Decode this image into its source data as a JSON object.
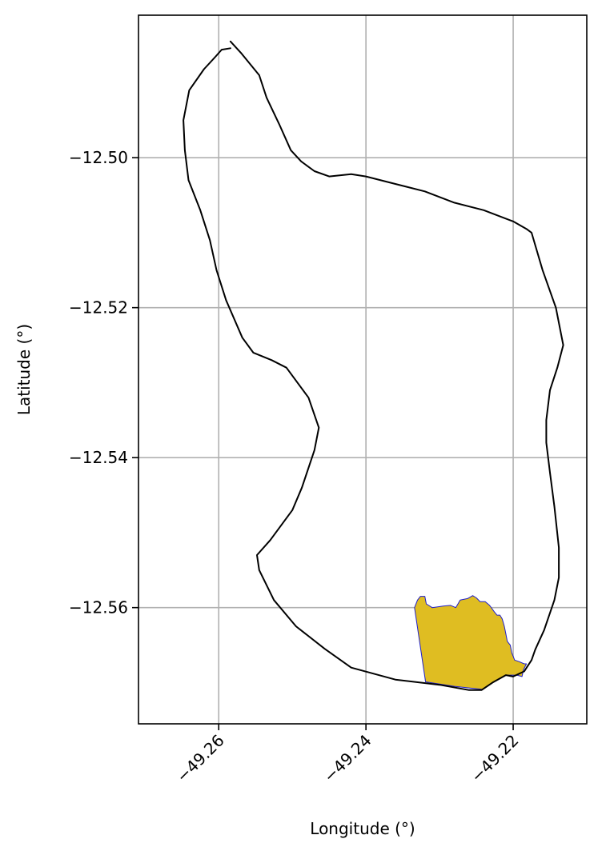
{
  "chart_data": {
    "type": "map",
    "title": "",
    "xlabel": "Longitude (°)",
    "ylabel": "Latitude (°)",
    "xlim": [
      -49.2709,
      -49.21
    ],
    "ylim": [
      -12.5755,
      -12.481
    ],
    "grid": true,
    "x_ticks": [
      {
        "value": -49.26,
        "label": "−49.26"
      },
      {
        "value": -49.24,
        "label": "−49.24"
      },
      {
        "value": -49.22,
        "label": "−49.22"
      }
    ],
    "y_ticks": [
      {
        "value": -12.5,
        "label": "−12.50"
      },
      {
        "value": -12.52,
        "label": "−12.52"
      },
      {
        "value": -12.54,
        "label": "−12.54"
      },
      {
        "value": -12.56,
        "label": "−12.56"
      }
    ],
    "boundary": {
      "stroke": "#000000",
      "points": [
        [
          -49.2584,
          -12.4854
        ],
        [
          -49.2596,
          -12.4856
        ],
        [
          -49.2605,
          -12.4866
        ],
        [
          -49.262,
          -12.4882
        ],
        [
          -49.264,
          -12.491
        ],
        [
          -49.2648,
          -12.495
        ],
        [
          -49.2646,
          -12.499
        ],
        [
          -49.2641,
          -12.503
        ],
        [
          -49.2625,
          -12.507
        ],
        [
          -49.2612,
          -12.511
        ],
        [
          -49.2603,
          -12.515
        ],
        [
          -49.259,
          -12.519
        ],
        [
          -49.2568,
          -12.524
        ],
        [
          -49.2553,
          -12.526
        ],
        [
          -49.2528,
          -12.527
        ],
        [
          -49.2508,
          -12.528
        ],
        [
          -49.2478,
          -12.532
        ],
        [
          -49.2464,
          -12.536
        ],
        [
          -49.247,
          -12.539
        ],
        [
          -49.2487,
          -12.544
        ],
        [
          -49.25,
          -12.547
        ],
        [
          -49.253,
          -12.551
        ],
        [
          -49.2548,
          -12.553
        ],
        [
          -49.2545,
          -12.555
        ],
        [
          -49.2525,
          -12.559
        ],
        [
          -49.2495,
          -12.5625
        ],
        [
          -49.2456,
          -12.5655
        ],
        [
          -49.242,
          -12.568
        ],
        [
          -49.236,
          -12.5696
        ],
        [
          -49.23,
          -12.5703
        ],
        [
          -49.226,
          -12.571
        ],
        [
          -49.2243,
          -12.571
        ],
        [
          -49.2228,
          -12.57
        ],
        [
          -49.221,
          -12.569
        ],
        [
          -49.22,
          -12.5692
        ],
        [
          -49.2185,
          -12.5685
        ],
        [
          -49.2175,
          -12.567
        ],
        [
          -49.217,
          -12.5656
        ],
        [
          -49.2158,
          -12.563
        ],
        [
          -49.2144,
          -12.559
        ],
        [
          -49.2138,
          -12.556
        ],
        [
          -49.2138,
          -12.552
        ],
        [
          -49.2144,
          -12.5465
        ],
        [
          -49.215,
          -12.542
        ],
        [
          -49.2155,
          -12.538
        ],
        [
          -49.2155,
          -12.535
        ],
        [
          -49.215,
          -12.531
        ],
        [
          -49.214,
          -12.528
        ],
        [
          -49.2132,
          -12.525
        ],
        [
          -49.2142,
          -12.52
        ],
        [
          -49.216,
          -12.515
        ],
        [
          -49.2175,
          -12.51
        ],
        [
          -49.2182,
          -12.5095
        ],
        [
          -49.22,
          -12.5085
        ],
        [
          -49.224,
          -12.507
        ],
        [
          -49.228,
          -12.506
        ],
        [
          -49.232,
          -12.5045
        ],
        [
          -49.236,
          -12.5035
        ],
        [
          -49.24,
          -12.5025
        ],
        [
          -49.242,
          -12.5022
        ],
        [
          -49.245,
          -12.5025
        ],
        [
          -49.247,
          -12.5018
        ],
        [
          -49.2488,
          -12.5005
        ],
        [
          -49.2502,
          -12.499
        ],
        [
          -49.2518,
          -12.4955
        ],
        [
          -49.2535,
          -12.492
        ],
        [
          -49.2545,
          -12.489
        ],
        [
          -49.257,
          -12.486
        ],
        [
          -49.2584,
          -12.4845
        ]
      ]
    },
    "region": {
      "fill": "#dfbd22",
      "stroke": "#1f1fcc",
      "points": [
        [
          -49.2319,
          -12.5699
        ],
        [
          -49.2334,
          -12.56
        ],
        [
          -49.233,
          -12.559
        ],
        [
          -49.2326,
          -12.5585
        ],
        [
          -49.232,
          -12.5585
        ],
        [
          -49.2318,
          -12.5595
        ],
        [
          -49.231,
          -12.56
        ],
        [
          -49.2295,
          -12.5598
        ],
        [
          -49.2285,
          -12.5597
        ],
        [
          -49.2278,
          -12.56
        ],
        [
          -49.2275,
          -12.5595
        ],
        [
          -49.2272,
          -12.559
        ],
        [
          -49.2262,
          -12.5588
        ],
        [
          -49.2255,
          -12.5584
        ],
        [
          -49.225,
          -12.5587
        ],
        [
          -49.2245,
          -12.5592
        ],
        [
          -49.2238,
          -12.5592
        ],
        [
          -49.2232,
          -12.5597
        ],
        [
          -49.2226,
          -12.5605
        ],
        [
          -49.2222,
          -12.561
        ],
        [
          -49.2218,
          -12.561
        ],
        [
          -49.2215,
          -12.5615
        ],
        [
          -49.2212,
          -12.5625
        ],
        [
          -49.221,
          -12.5635
        ],
        [
          -49.2208,
          -12.5645
        ],
        [
          -49.2204,
          -12.565
        ],
        [
          -49.2202,
          -12.566
        ],
        [
          -49.2198,
          -12.567
        ],
        [
          -49.2192,
          -12.5672
        ],
        [
          -49.2185,
          -12.5675
        ],
        [
          -49.2182,
          -12.5675
        ],
        [
          -49.2186,
          -12.5683
        ],
        [
          -49.2188,
          -12.5692
        ],
        [
          -49.2195,
          -12.569
        ],
        [
          -49.221,
          -12.569
        ],
        [
          -49.2228,
          -12.57
        ],
        [
          -49.2242,
          -12.5709
        ],
        [
          -49.228,
          -12.5705
        ],
        [
          -49.2319,
          -12.5699
        ]
      ]
    }
  }
}
